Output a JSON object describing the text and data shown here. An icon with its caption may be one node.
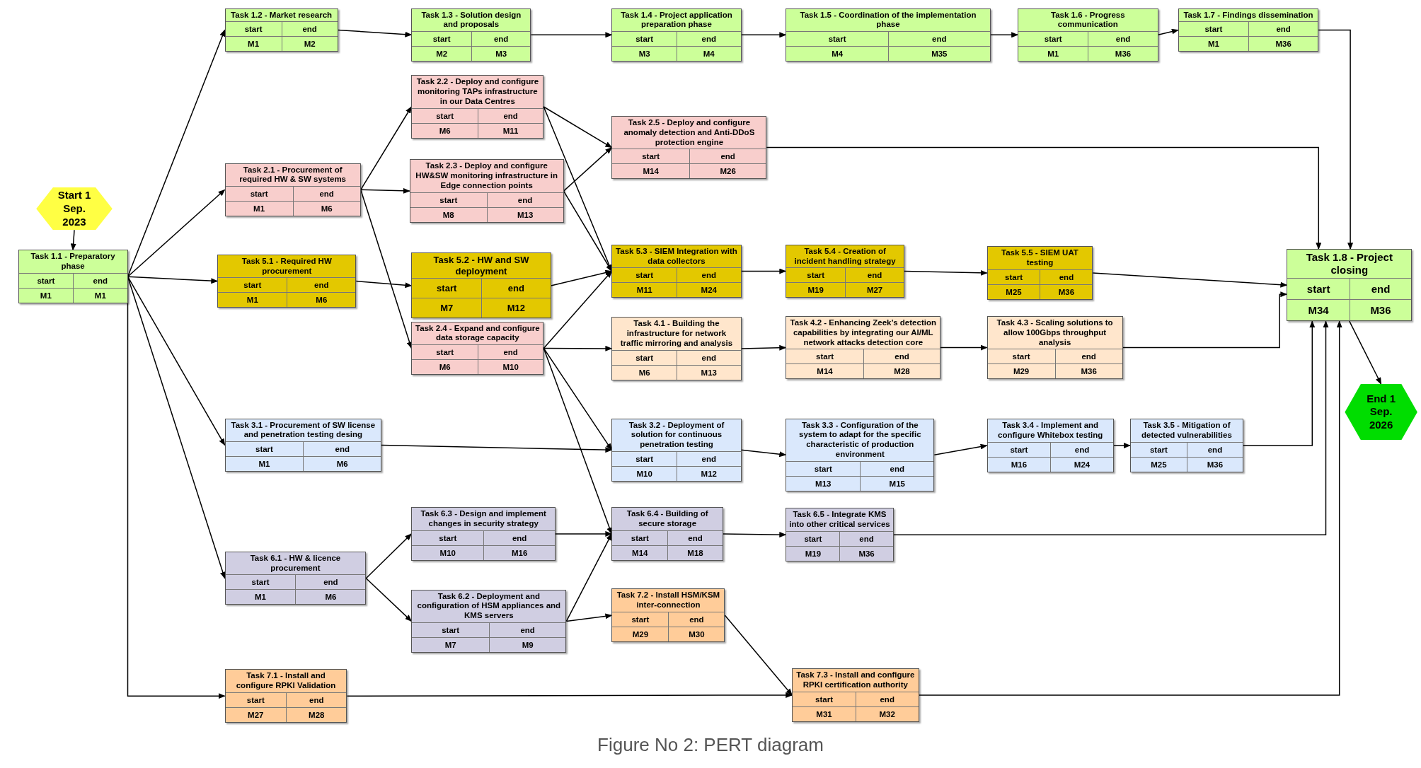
{
  "diagram": {
    "caption": "Figure No 2: PERT diagram",
    "nodes": [
      {
        "text": [
          "Start 1 Sep. 2023"
        ]
      },
      {
        "text": [
          "Task 1.1 - Preparatory phase",
          "start",
          "end",
          "M1",
          "M1"
        ]
      },
      {
        "text": [
          "Task 1.2 - Market research",
          "start",
          "end",
          "M1",
          "M2"
        ]
      },
      {
        "text": [
          "Task 1.3 - Solution design and proposals",
          "start",
          "end",
          "M2",
          "M3"
        ]
      },
      {
        "text": [
          "Task 1.4 - Project application preparation phase",
          "start",
          "end",
          "M3",
          "M4"
        ]
      },
      {
        "text": [
          "Task 1.5 - Coordination of the implementation phase",
          "start",
          "end",
          "M4",
          "M35"
        ]
      },
      {
        "text": [
          "Task 1.6 - Progress communication",
          "start",
          "end",
          "M1",
          "M36"
        ]
      },
      {
        "text": [
          "Task 1.7 - Findings dissemination",
          "start",
          "end",
          "M1",
          "M36"
        ]
      },
      {
        "text": [
          "Task 2.1 - Procurement of required HW & SW systems",
          "start",
          "end",
          "M1",
          "M6"
        ]
      },
      {
        "text": [
          "Task 2.2 - Deploy and configure monitoring TAPs infrastructure in our Data Centres",
          "start",
          "end",
          "M6",
          "M11"
        ]
      },
      {
        "text": [
          "Task 2.3 - Deploy and configure HW&SW monitoring infrastructure in Edge connection points",
          "start",
          "end",
          "M8",
          "M13"
        ]
      },
      {
        "text": [
          "Task 2.5 - Deploy and configure anomaly detection and Anti-DDoS protection engine",
          "start",
          "end",
          "M14",
          "M26"
        ]
      },
      {
        "text": [
          "Task 2.4 - Expand and configure data storage capacity",
          "start",
          "end",
          "M6",
          "M10"
        ]
      },
      {
        "text": [
          "Task 5.1 - Required HW procurement",
          "start",
          "end",
          "M1",
          "M6"
        ]
      },
      {
        "text": [
          "Task 5.2 - HW and SW deployment",
          "start",
          "end",
          "M7",
          "M12"
        ]
      },
      {
        "text": [
          "Task 5.3 - SIEM Integration with data collectors",
          "start",
          "end",
          "M11",
          "M24"
        ]
      },
      {
        "text": [
          "Task 5.4 - Creation of incident handling strategy",
          "start",
          "end",
          "M19",
          "M27"
        ]
      },
      {
        "text": [
          "Task 5.5 - SIEM UAT testing",
          "start",
          "end",
          "M25",
          "M36"
        ]
      },
      {
        "text": [
          "Task 1.8 - Project closing",
          "start",
          "end",
          "M34",
          "M36"
        ]
      },
      {
        "text": [
          "Task 4.1 - Building the infrastructure for network traffic mirroring and analysis",
          "start",
          "end",
          "M6",
          "M13"
        ]
      },
      {
        "text": [
          "Task 4.2 - Enhancing Zeek’s detection capabilities by integrating our AI/ML network attacks detection core",
          "start",
          "end",
          "M14",
          "M28"
        ]
      },
      {
        "text": [
          "Task 4.3 - Scaling solutions to allow 100Gbps throughput analysis",
          "start",
          "end",
          "M29",
          "M36"
        ]
      },
      {
        "text": [
          "End 1 Sep. 2026"
        ]
      },
      {
        "text": [
          "Task 3.1 - Procurement of SW license and penetration testing desing",
          "start",
          "end",
          "M1",
          "M6"
        ]
      },
      {
        "text": [
          "Task 3.2 - Deployment of solution for continuous penetration testing",
          "start",
          "end",
          "M10",
          "M12"
        ]
      },
      {
        "text": [
          "Task 3.3 - Configuration of the system to adapt for the specific characteristic of production environment",
          "start",
          "end",
          "M13",
          "M15"
        ]
      },
      {
        "text": [
          "Task 3.4 - Implement and configure Whitebox testing",
          "start",
          "end",
          "M16",
          "M24"
        ]
      },
      {
        "text": [
          "Task 3.5 - Mitigation of detected vulnerabilities",
          "start",
          "end",
          "M25",
          "M36"
        ]
      },
      {
        "text": [
          "Task 6.3 - Design and implement changes in security strategy",
          "start",
          "end",
          "M10",
          "M16"
        ]
      },
      {
        "text": [
          "Task 6.4 - Building of secure storage",
          "start",
          "end",
          "M14",
          "M18"
        ]
      },
      {
        "text": [
          "Task 6.5 - Integrate KMS into other critical services",
          "start",
          "end",
          "M19",
          "M36"
        ]
      },
      {
        "text": [
          "Task 6.1 - HW & licence procurement",
          "start",
          "end",
          "M1",
          "M6"
        ]
      },
      {
        "text": [
          "Task 6.2 - Deployment and configuration of HSM appliances and KMS servers",
          "start",
          "end",
          "M7",
          "M9"
        ]
      },
      {
        "text": [
          "Task 7.2 - Install HSM/KSM inter-connection",
          "start",
          "end",
          "M29",
          "M30"
        ]
      },
      {
        "text": [
          "Task 7.1 - Install and configure RPKI Validation",
          "start",
          "end",
          "M27",
          "M28"
        ]
      },
      {
        "text": [
          "Task 7.3 - Install and configure RPKI certification authority",
          "start",
          "end",
          "M31",
          "M32"
        ]
      }
    ],
    "edges": [
      {
        "from": 0,
        "to": 1,
        "arrow": "to"
      },
      {
        "from": 1,
        "to": 2,
        "arrow": "to"
      },
      {
        "from": 1,
        "to": 8,
        "arrow": "to"
      },
      {
        "from": 1,
        "to": 13,
        "arrow": "to"
      },
      {
        "from": 1,
        "to": 23,
        "arrow": "to"
      },
      {
        "from": 1,
        "to": 31,
        "arrow": "to"
      },
      {
        "from": 1,
        "to": 34,
        "arrow": "to"
      },
      {
        "from": 2,
        "to": 3,
        "arrow": "to"
      },
      {
        "from": 3,
        "to": 4,
        "arrow": "to"
      },
      {
        "from": 4,
        "to": 5,
        "arrow": "to"
      },
      {
        "from": 5,
        "to": 6,
        "arrow": "to"
      },
      {
        "from": 6,
        "to": 7,
        "arrow": "to"
      },
      {
        "from": 7,
        "to": 18,
        "arrow": "to"
      },
      {
        "from": 8,
        "to": 9,
        "arrow": "to"
      },
      {
        "from": 8,
        "to": 10,
        "arrow": "to"
      },
      {
        "from": 8,
        "to": 12,
        "arrow": "to"
      },
      {
        "from": 9,
        "to": 11,
        "arrow": "to"
      },
      {
        "from": 9,
        "to": 15,
        "arrow": "to"
      },
      {
        "from": 10,
        "to": 11,
        "arrow": "to"
      },
      {
        "from": 10,
        "to": 15,
        "arrow": "to"
      },
      {
        "from": 11,
        "to": 18,
        "arrow": "to"
      },
      {
        "from": 12,
        "to": 15,
        "arrow": "to"
      },
      {
        "from": 12,
        "to": 19,
        "arrow": "to"
      },
      {
        "from": 12,
        "to": 24,
        "arrow": "to"
      },
      {
        "from": 12,
        "to": 29,
        "arrow": "to"
      },
      {
        "from": 13,
        "to": 14,
        "arrow": "to"
      },
      {
        "from": 14,
        "to": 15,
        "arrow": "to"
      },
      {
        "from": 15,
        "to": 16,
        "arrow": "to"
      },
      {
        "from": 16,
        "to": 17,
        "arrow": "to"
      },
      {
        "from": 17,
        "to": 18,
        "arrow": "to"
      },
      {
        "from": 19,
        "to": 20,
        "arrow": "to"
      },
      {
        "from": 20,
        "to": 21,
        "arrow": "to"
      },
      {
        "from": 21,
        "to": 18,
        "arrow": "to"
      },
      {
        "from": 23,
        "to": 24,
        "arrow": "to"
      },
      {
        "from": 24,
        "to": 25,
        "arrow": "to"
      },
      {
        "from": 25,
        "to": 26,
        "arrow": "to"
      },
      {
        "from": 26,
        "to": 27,
        "arrow": "to"
      },
      {
        "from": 27,
        "to": 18,
        "arrow": "to"
      },
      {
        "from": 31,
        "to": 28,
        "arrow": "to"
      },
      {
        "from": 31,
        "to": 32,
        "arrow": "to"
      },
      {
        "from": 28,
        "to": 29,
        "arrow": "to"
      },
      {
        "from": 32,
        "to": 29,
        "arrow": "to"
      },
      {
        "from": 32,
        "to": 33,
        "arrow": "to"
      },
      {
        "from": 29,
        "to": 30,
        "arrow": "to"
      },
      {
        "from": 30,
        "to": 18,
        "arrow": "to"
      },
      {
        "from": 33,
        "to": 35,
        "arrow": "to"
      },
      {
        "from": 34,
        "to": 35,
        "arrow": "to"
      },
      {
        "from": 35,
        "to": 18,
        "arrow": "to"
      },
      {
        "from": 18,
        "to": 22,
        "arrow": "to"
      }
    ]
  }
}
